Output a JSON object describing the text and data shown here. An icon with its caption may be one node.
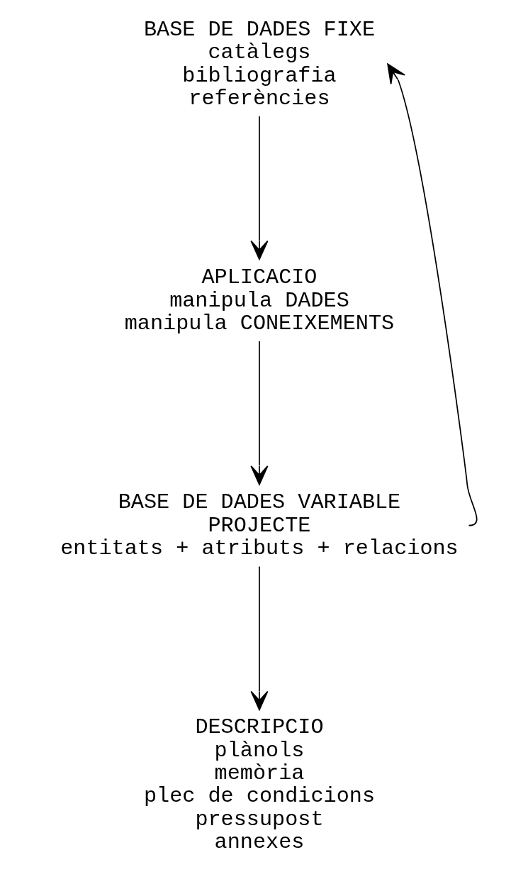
{
  "diagram": {
    "nodes": [
      {
        "text": [
          "BASE DE DADES FIXE",
          "catàlegs",
          "bibliografia",
          "referències"
        ]
      },
      {
        "text": [
          "APLICACIO",
          "manipula DADES",
          "manipula CONEIXEMENTS"
        ]
      },
      {
        "text": [
          "BASE DE DADES VARIABLE",
          "PROJECTE",
          "entitats + atributs + relacions"
        ]
      },
      {
        "text": [
          "DESCRIPCIO",
          "plànols",
          "memòria",
          "plec de condicions",
          "pressupost",
          "annexes"
        ]
      }
    ],
    "edges": [
      {
        "from": 0,
        "to": 1,
        "arrow": "to"
      },
      {
        "from": 1,
        "to": 2,
        "arrow": "to"
      },
      {
        "from": 2,
        "to": 3,
        "arrow": "to"
      },
      {
        "from": 2,
        "to": 0,
        "arrow": "to"
      }
    ]
  }
}
